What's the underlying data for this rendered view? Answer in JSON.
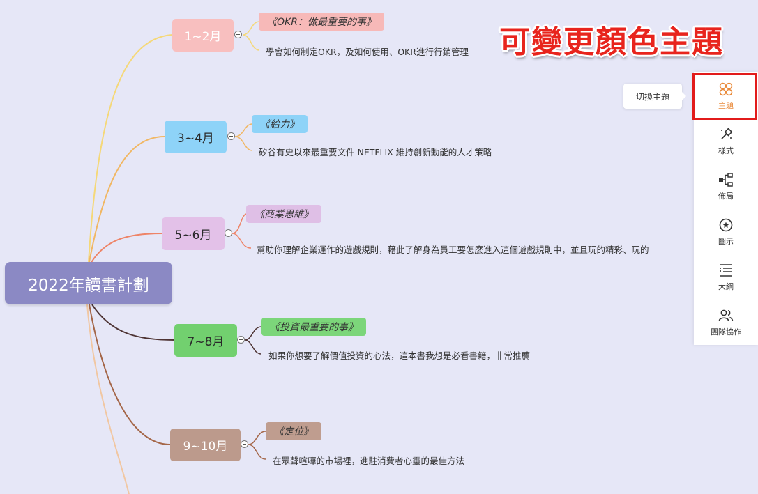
{
  "banner": "可變更顏色主題",
  "root": {
    "label": "2022年讀書計劃"
  },
  "branches": [
    {
      "label": "1~2月",
      "book": "《OKR：做最重要的事》",
      "desc": "學會如何制定OKR，及如何使用、OKR進行行銷管理"
    },
    {
      "label": "3~4月",
      "book": "《給力》",
      "desc": "矽谷有史以來最重要文件 NETFLIX 維持創新動能的人才策略"
    },
    {
      "label": "5~6月",
      "book": "《商業思維》",
      "desc": "幫助你理解企業運作的遊戲規則，藉此了解身為員工要怎麼進入這個遊戲規則中，並且玩的精彩、玩的"
    },
    {
      "label": "7~8月",
      "book": "《投資最重要的事》",
      "desc": "如果你想要了解價值投資的心法，這本書我想是必看書籍，非常推薦"
    },
    {
      "label": "9~10月",
      "book": "《定位》",
      "desc": "在眾聲喧嘩的市場裡，進駐消費者心靈的最佳方法"
    }
  ],
  "tooltip": "切換主題",
  "sidebar": [
    {
      "label": "主題",
      "icon": "theme-icon",
      "active": true
    },
    {
      "label": "樣式",
      "icon": "style-brush-icon"
    },
    {
      "label": "佈局",
      "icon": "layout-icon"
    },
    {
      "label": "圖示",
      "icon": "star-circle-icon"
    },
    {
      "label": "大綱",
      "icon": "outline-list-icon"
    },
    {
      "label": "團隊協作",
      "icon": "team-users-icon"
    }
  ],
  "colors": {
    "background": "#e6e7f7",
    "root": "#8b89c4",
    "accent": "#e98a3a",
    "highlight_border": "#e21b1b",
    "branch1": "#f8bfbf",
    "book1": "#f7b9b8",
    "line1": "#f5d878",
    "branch2": "#8ed3f8",
    "book2": "#8ed3f8",
    "line2": "#f1b763",
    "branch3": "#e3c1e8",
    "book3": "#dfbfe6",
    "line3": "#ee8467",
    "branch4": "#72d06f",
    "book4": "#7cd67a",
    "line4": "#4e3434",
    "branch5": "#bc9a8c",
    "book5": "#bf9d8f",
    "line5": "#a46648"
  }
}
